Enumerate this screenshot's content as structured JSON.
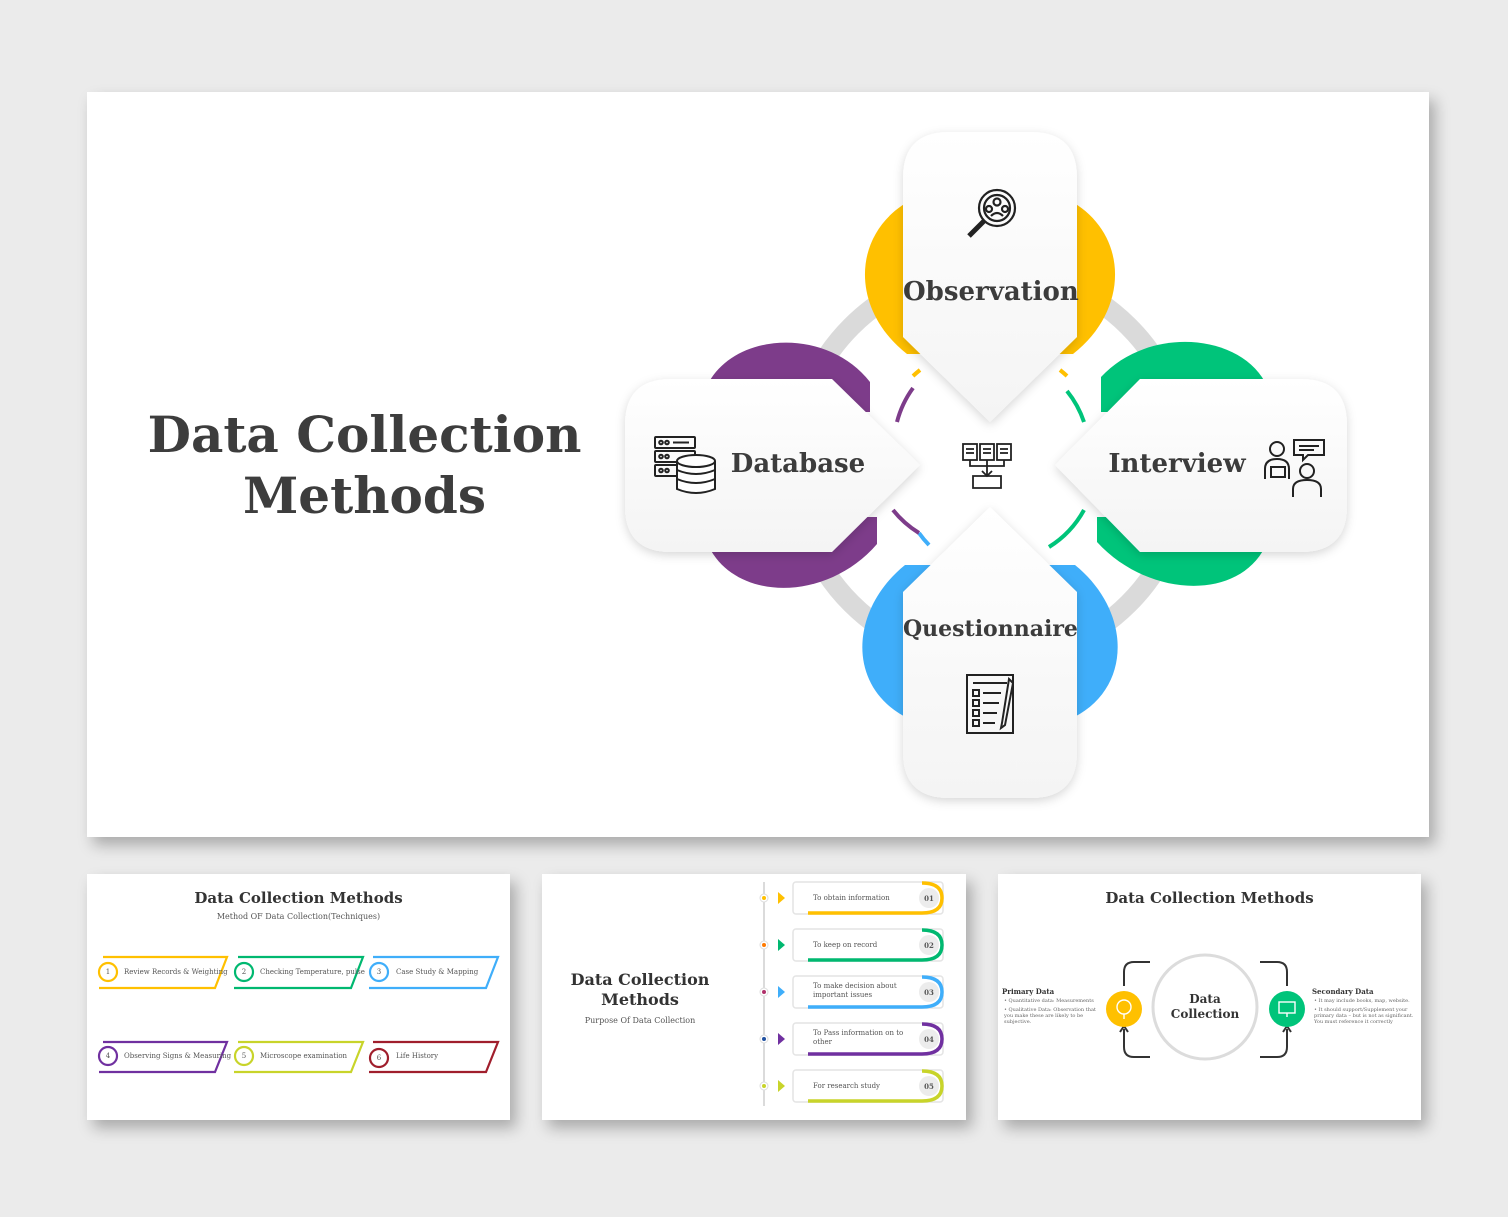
{
  "main": {
    "title": "Data Collection Methods",
    "items": [
      {
        "label": "Observation",
        "color": "#FFC000",
        "icon": "magnifier-people-icon"
      },
      {
        "label": "Interview",
        "color": "#00C47A",
        "icon": "interview-people-icon"
      },
      {
        "label": "Questionnaire",
        "color": "#3FAEFA",
        "icon": "checklist-clipboard-icon"
      },
      {
        "label": "Database",
        "color": "#7D3C8A",
        "icon": "server-database-icon"
      }
    ],
    "center_icon": "books-download-icon"
  },
  "thumb1": {
    "title": "Data Collection Methods",
    "subtitle": "Method OF Data Collection(Techniques)",
    "items": [
      {
        "num": "1",
        "label": "Review Records & Weighting",
        "color": "#FFC000"
      },
      {
        "num": "2",
        "label": "Checking Temperature, pulse",
        "color": "#00B870"
      },
      {
        "num": "3",
        "label": "Case Study & Mapping",
        "color": "#3FAEFA"
      },
      {
        "num": "4",
        "label": "Observing Signs & Measuring",
        "color": "#7030A0"
      },
      {
        "num": "5",
        "label": "Microscope examination",
        "color": "#C8D42A"
      },
      {
        "num": "6",
        "label": "Life History",
        "color": "#A01E2C"
      }
    ]
  },
  "thumb2": {
    "title": "Data Collection Methods",
    "subtitle": "Purpose Of Data Collection",
    "items": [
      {
        "num": "01",
        "label": "To obtain information",
        "color": "#FFC000"
      },
      {
        "num": "02",
        "label": "To keep on record",
        "color": "#00B870"
      },
      {
        "num": "03",
        "label": "To make decision about important issues",
        "color": "#3FAEFA"
      },
      {
        "num": "04",
        "label": "To Pass information on to other",
        "color": "#7030A0"
      },
      {
        "num": "05",
        "label": "For research study",
        "color": "#C8D42A"
      }
    ]
  },
  "thumb3": {
    "title": "Data Collection Methods",
    "center": "Data Collection",
    "primary": {
      "title": "Primary Data",
      "bullets": [
        "Quantitative data: Measurements",
        "Qualitative Data: Observation that you make these are likely to be subjective."
      ],
      "color": "#FFC000"
    },
    "secondary": {
      "title": "Secondary Data",
      "bullets": [
        "It may include books, map, website.",
        "It should support/Supplement your primary data – but is not as significant. You must reference it correctly"
      ],
      "color": "#00C47A"
    }
  }
}
